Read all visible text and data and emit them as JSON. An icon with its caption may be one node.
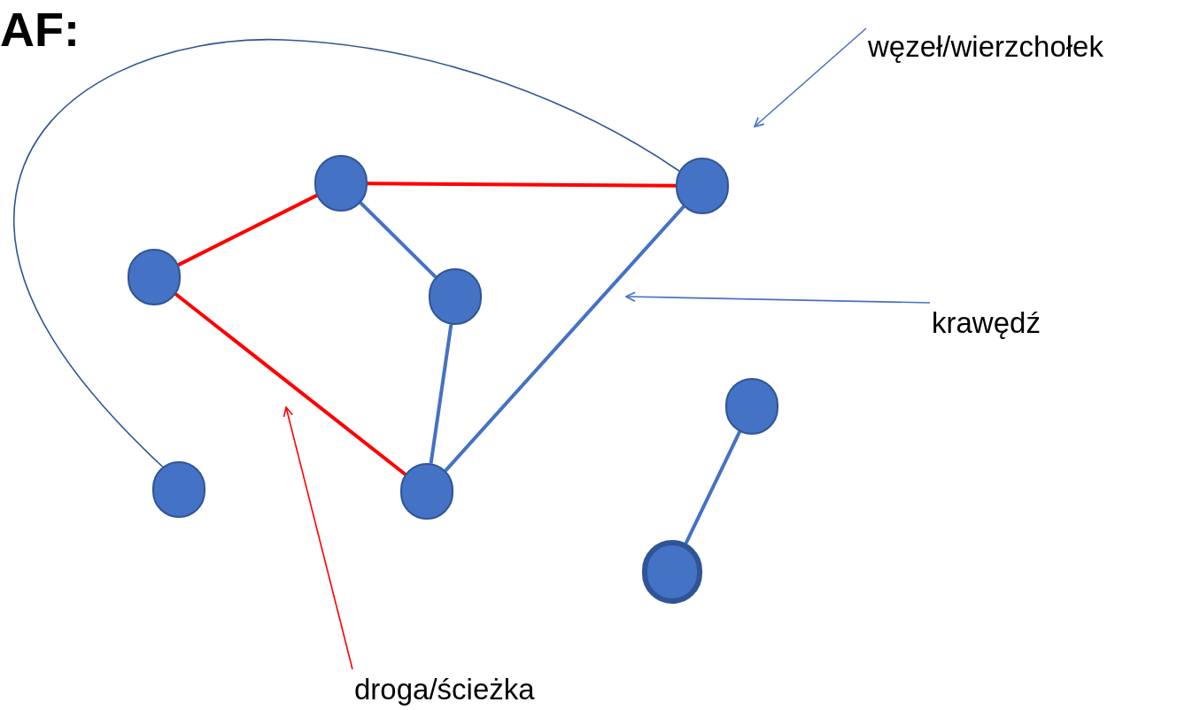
{
  "diagram": {
    "title": "AF:",
    "nodes": [
      {
        "text": [],
        "shape": "circle"
      },
      {
        "text": [],
        "shape": "circle"
      },
      {
        "text": [],
        "shape": "circle"
      },
      {
        "text": [],
        "shape": "circle"
      },
      {
        "text": [],
        "shape": "circle"
      },
      {
        "text": [],
        "shape": "circle"
      },
      {
        "text": [],
        "shape": "circle"
      },
      {
        "text": [],
        "shape": "circle"
      },
      {
        "text": [
          "węzeł/wierzchołek"
        ]
      },
      {
        "text": [
          "krawędź"
        ]
      },
      {
        "text": [
          "droga/ścieżka"
        ]
      }
    ],
    "edges": [
      {
        "from": 0,
        "to": 1,
        "arrow": "none",
        "color": "#ff0000"
      },
      {
        "from": 0,
        "to": 2,
        "arrow": "none",
        "color": "#ff0000"
      },
      {
        "from": 2,
        "to": 6,
        "arrow": "none",
        "color": "#ff0000"
      },
      {
        "from": 0,
        "to": 3,
        "arrow": "none"
      },
      {
        "from": 3,
        "to": 6,
        "arrow": "none"
      },
      {
        "from": 6,
        "to": 1,
        "arrow": "none"
      },
      {
        "from": 4,
        "to": 7,
        "arrow": "none"
      },
      {
        "from": 5,
        "to": 1,
        "arrow": "none",
        "color": "#2f5597"
      },
      {
        "from": 8,
        "to": null,
        "arrow": "to"
      },
      {
        "from": 9,
        "to": null,
        "arrow": "to"
      },
      {
        "from": 10,
        "to": null,
        "arrow": "to",
        "color": "#ff0000"
      }
    ]
  }
}
